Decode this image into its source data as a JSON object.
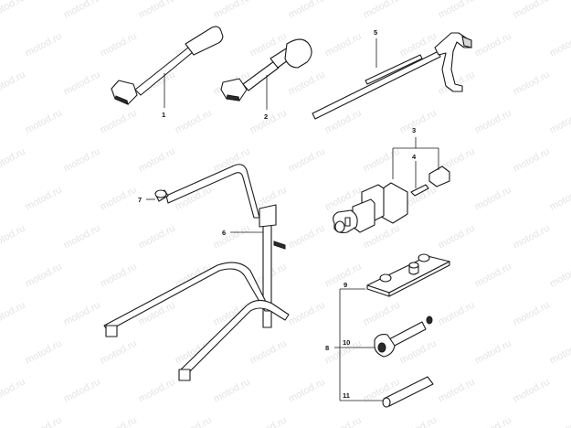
{
  "watermark": {
    "text": "motod.ru"
  },
  "callouts": {
    "c1": "1",
    "c2": "2",
    "c3": "3",
    "c4": "4",
    "c5": "5",
    "c6": "6",
    "c7": "7",
    "c8": "8",
    "c9": "9",
    "c10": "10",
    "c11": "11"
  },
  "colors": {
    "line": "#1a1a1a",
    "fill": "#ffffff",
    "watermark": "#e4e4e4"
  }
}
